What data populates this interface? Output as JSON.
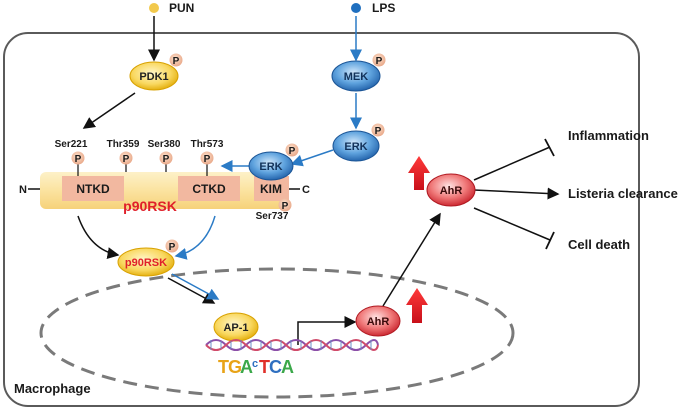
{
  "inputs": {
    "pun": {
      "label": "PUN",
      "color": "#F2C94C"
    },
    "lps": {
      "label": "LPS",
      "color": "#1F6FBF"
    }
  },
  "nodes": {
    "pdk1": "PDK1",
    "mek": "MEK",
    "erk_top": "ERK",
    "erk_side": "ERK",
    "p90rsk_active": "p90RSK",
    "ap1": "AP-1",
    "ahr_nuclear": "AhR",
    "ahr_cyto": "AhR"
  },
  "phospho": "P",
  "p90rsk_protein": {
    "name": "p90RSK",
    "n_terminus": "N",
    "c_terminus": "C",
    "domains": [
      "NTKD",
      "CTKD",
      "KIM"
    ],
    "sites": [
      "Ser221",
      "Thr359",
      "Ser380",
      "Thr573",
      "Ser737"
    ]
  },
  "outcomes": [
    "Inflammation",
    "Listeria clearance",
    "Cell death"
  ],
  "motif": [
    "T",
    "G",
    "A",
    "c",
    "T",
    "C",
    "A"
  ],
  "compartment": "Macrophage",
  "colors": {
    "black_arrow": "#111111",
    "blue_arrow": "#2B7BC6",
    "red_arrow": "#E02020",
    "domain_fill": "#F2B8A0",
    "protein_band": "#FBE3A0"
  }
}
